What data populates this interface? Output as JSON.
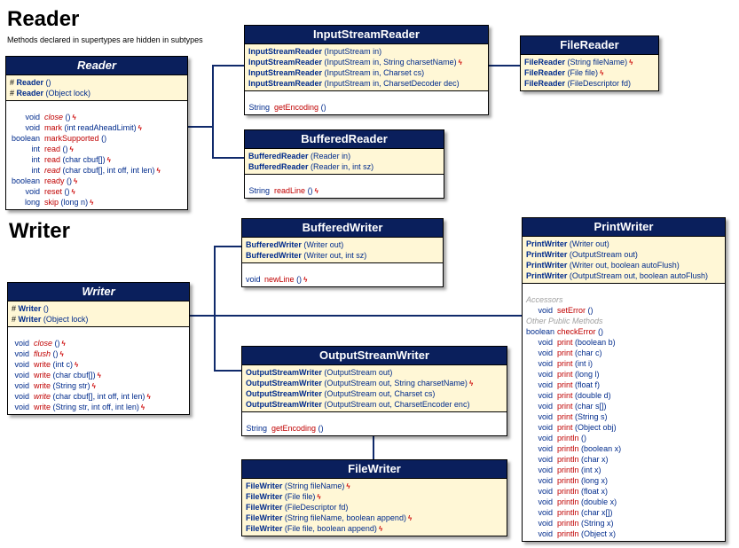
{
  "titles": {
    "reader": "Reader",
    "reader_note": "Methods declared in supertypes are hidden in subtypes",
    "writer": "Writer"
  },
  "colors": {
    "header_bg": "#0a1f5c",
    "ctor_bg": "#fff7d6",
    "connector": "#102a6b",
    "method_name": "#c00000",
    "type_name": "#002b8c"
  },
  "classes": {
    "reader": {
      "name": "Reader",
      "ctors": [
        {
          "prefix": "# ",
          "name": "Reader",
          "args": "()"
        },
        {
          "prefix": "# ",
          "name": "Reader",
          "args": "(Object lock)"
        }
      ],
      "methods": [
        {
          "ret": "void",
          "name": "close",
          "args": "()",
          "italic": true,
          "bolt": true
        },
        {
          "ret": "void",
          "name": "mark",
          "args": "(int readAheadLimit)",
          "italic": false,
          "bolt": true
        },
        {
          "ret": "boolean",
          "name": "markSupported",
          "args": "()",
          "italic": false,
          "bolt": false
        },
        {
          "ret": "int",
          "name": "read",
          "args": "()",
          "italic": false,
          "bolt": true
        },
        {
          "ret": "int",
          "name": "read",
          "args": "(char cbuf[])",
          "italic": false,
          "bolt": true
        },
        {
          "ret": "int",
          "name": "read",
          "args": "(char cbuf[], int off, int len)",
          "italic": true,
          "bolt": true
        },
        {
          "ret": "boolean",
          "name": "ready",
          "args": "()",
          "italic": false,
          "bolt": true
        },
        {
          "ret": "void",
          "name": "reset",
          "args": "()",
          "italic": false,
          "bolt": true
        },
        {
          "ret": "long",
          "name": "skip",
          "args": "(long n)",
          "italic": false,
          "bolt": true
        }
      ]
    },
    "inputstreamreader": {
      "name": "InputStreamReader",
      "ctors": [
        {
          "prefix": "",
          "name": "InputStreamReader",
          "args": "(InputStream in)",
          "bolt": false
        },
        {
          "prefix": "",
          "name": "InputStreamReader",
          "args": "(InputStream in, String charsetName)",
          "bolt": true
        },
        {
          "prefix": "",
          "name": "InputStreamReader",
          "args": "(InputStream in, Charset cs)",
          "bolt": false
        },
        {
          "prefix": "",
          "name": "InputStreamReader",
          "args": "(InputStream in, CharsetDecoder dec)",
          "bolt": false
        }
      ],
      "methods": [
        {
          "ret": "String",
          "name": "getEncoding",
          "args": "()",
          "italic": false,
          "bolt": false
        }
      ]
    },
    "filereader": {
      "name": "FileReader",
      "ctors": [
        {
          "prefix": "",
          "name": "FileReader",
          "args": "(String fileName)",
          "bolt": true
        },
        {
          "prefix": "",
          "name": "FileReader",
          "args": "(File file)",
          "bolt": true
        },
        {
          "prefix": "",
          "name": "FileReader",
          "args": "(FileDescriptor fd)",
          "bolt": false
        }
      ]
    },
    "bufferedreader": {
      "name": "BufferedReader",
      "ctors": [
        {
          "prefix": "",
          "name": "BufferedReader",
          "args": "(Reader in)",
          "bolt": false
        },
        {
          "prefix": "",
          "name": "BufferedReader",
          "args": "(Reader in, int sz)",
          "bolt": false
        }
      ],
      "methods": [
        {
          "ret": "String",
          "name": "readLine",
          "args": "()",
          "italic": false,
          "bolt": true
        }
      ]
    },
    "writer": {
      "name": "Writer",
      "ctors": [
        {
          "prefix": "# ",
          "name": "Writer",
          "args": "()"
        },
        {
          "prefix": "# ",
          "name": "Writer",
          "args": "(Object lock)"
        }
      ],
      "methods": [
        {
          "ret": "void",
          "name": "close",
          "args": "()",
          "italic": true,
          "bolt": true
        },
        {
          "ret": "void",
          "name": "flush",
          "args": "()",
          "italic": true,
          "bolt": true
        },
        {
          "ret": "void",
          "name": "write",
          "args": "(int c)",
          "italic": false,
          "bolt": true
        },
        {
          "ret": "void",
          "name": "write",
          "args": "(char cbuf[])",
          "italic": false,
          "bolt": true
        },
        {
          "ret": "void",
          "name": "write",
          "args": "(String str)",
          "italic": false,
          "bolt": true
        },
        {
          "ret": "void",
          "name": "write",
          "args": "(char cbuf[], int off, int len)",
          "italic": true,
          "bolt": true
        },
        {
          "ret": "void",
          "name": "write",
          "args": "(String str, int off, int len)",
          "italic": false,
          "bolt": true
        }
      ]
    },
    "bufferedwriter": {
      "name": "BufferedWriter",
      "ctors": [
        {
          "prefix": "",
          "name": "BufferedWriter",
          "args": "(Writer out)",
          "bolt": false
        },
        {
          "prefix": "",
          "name": "BufferedWriter",
          "args": "(Writer out, int sz)",
          "bolt": false
        }
      ],
      "methods": [
        {
          "ret": "void",
          "name": "newLine",
          "args": "()",
          "italic": false,
          "bolt": true
        }
      ]
    },
    "outputstreamwriter": {
      "name": "OutputStreamWriter",
      "ctors": [
        {
          "prefix": "",
          "name": "OutputStreamWriter",
          "args": "(OutputStream out)",
          "bolt": false
        },
        {
          "prefix": "",
          "name": "OutputStreamWriter",
          "args": "(OutputStream out, String charsetName)",
          "bolt": true
        },
        {
          "prefix": "",
          "name": "OutputStreamWriter",
          "args": "(OutputStream out, Charset cs)",
          "bolt": false
        },
        {
          "prefix": "",
          "name": "OutputStreamWriter",
          "args": "(OutputStream out, CharsetEncoder enc)",
          "bolt": false
        }
      ],
      "methods": [
        {
          "ret": "String",
          "name": "getEncoding",
          "args": "()",
          "italic": false,
          "bolt": false
        }
      ]
    },
    "filewriter": {
      "name": "FileWriter",
      "ctors": [
        {
          "prefix": "",
          "name": "FileWriter",
          "args": "(String fileName)",
          "bolt": true
        },
        {
          "prefix": "",
          "name": "FileWriter",
          "args": "(File file)",
          "bolt": true
        },
        {
          "prefix": "",
          "name": "FileWriter",
          "args": "(FileDescriptor fd)",
          "bolt": false
        },
        {
          "prefix": "",
          "name": "FileWriter",
          "args": "(String fileName, boolean append)",
          "bolt": true
        },
        {
          "prefix": "",
          "name": "FileWriter",
          "args": "(File file, boolean append)",
          "bolt": true
        }
      ]
    },
    "printwriter": {
      "name": "PrintWriter",
      "ctors": [
        {
          "prefix": "",
          "name": "PrintWriter",
          "args": "(Writer out)",
          "bolt": false
        },
        {
          "prefix": "",
          "name": "PrintWriter",
          "args": "(OutputStream out)",
          "bolt": false
        },
        {
          "prefix": "",
          "name": "PrintWriter",
          "args": "(Writer out, boolean autoFlush)",
          "bolt": false
        },
        {
          "prefix": "",
          "name": "PrintWriter",
          "args": "(OutputStream out, boolean autoFlush)",
          "bolt": false
        }
      ],
      "sections": [
        {
          "label": "Accessors",
          "methods": [
            {
              "ret": "void",
              "name": "setError",
              "args": "()",
              "italic": false,
              "bolt": false
            }
          ]
        },
        {
          "label": "Other Public Methods",
          "methods": [
            {
              "ret": "boolean",
              "name": "checkError",
              "args": "()",
              "italic": false,
              "bolt": false
            },
            {
              "ret": "void",
              "name": "print",
              "args": "(boolean b)",
              "italic": false,
              "bolt": false
            },
            {
              "ret": "void",
              "name": "print",
              "args": "(char c)",
              "italic": false,
              "bolt": false
            },
            {
              "ret": "void",
              "name": "print",
              "args": "(int i)",
              "italic": false,
              "bolt": false
            },
            {
              "ret": "void",
              "name": "print",
              "args": "(long l)",
              "italic": false,
              "bolt": false
            },
            {
              "ret": "void",
              "name": "print",
              "args": "(float f)",
              "italic": false,
              "bolt": false
            },
            {
              "ret": "void",
              "name": "print",
              "args": "(double d)",
              "italic": false,
              "bolt": false
            },
            {
              "ret": "void",
              "name": "print",
              "args": "(char s[])",
              "italic": false,
              "bolt": false
            },
            {
              "ret": "void",
              "name": "print",
              "args": "(String s)",
              "italic": false,
              "bolt": false
            },
            {
              "ret": "void",
              "name": "print",
              "args": "(Object obj)",
              "italic": false,
              "bolt": false
            },
            {
              "ret": "void",
              "name": "println",
              "args": "()",
              "italic": false,
              "bolt": false
            },
            {
              "ret": "void",
              "name": "println",
              "args": "(boolean x)",
              "italic": false,
              "bolt": false
            },
            {
              "ret": "void",
              "name": "println",
              "args": "(char x)",
              "italic": false,
              "bolt": false
            },
            {
              "ret": "void",
              "name": "println",
              "args": "(int x)",
              "italic": false,
              "bolt": false
            },
            {
              "ret": "void",
              "name": "println",
              "args": "(long x)",
              "italic": false,
              "bolt": false
            },
            {
              "ret": "void",
              "name": "println",
              "args": "(float x)",
              "italic": false,
              "bolt": false
            },
            {
              "ret": "void",
              "name": "println",
              "args": "(double x)",
              "italic": false,
              "bolt": false
            },
            {
              "ret": "void",
              "name": "println",
              "args": "(char x[])",
              "italic": false,
              "bolt": false
            },
            {
              "ret": "void",
              "name": "println",
              "args": "(String x)",
              "italic": false,
              "bolt": false
            },
            {
              "ret": "void",
              "name": "println",
              "args": "(Object x)",
              "italic": false,
              "bolt": false
            }
          ]
        }
      ]
    }
  }
}
